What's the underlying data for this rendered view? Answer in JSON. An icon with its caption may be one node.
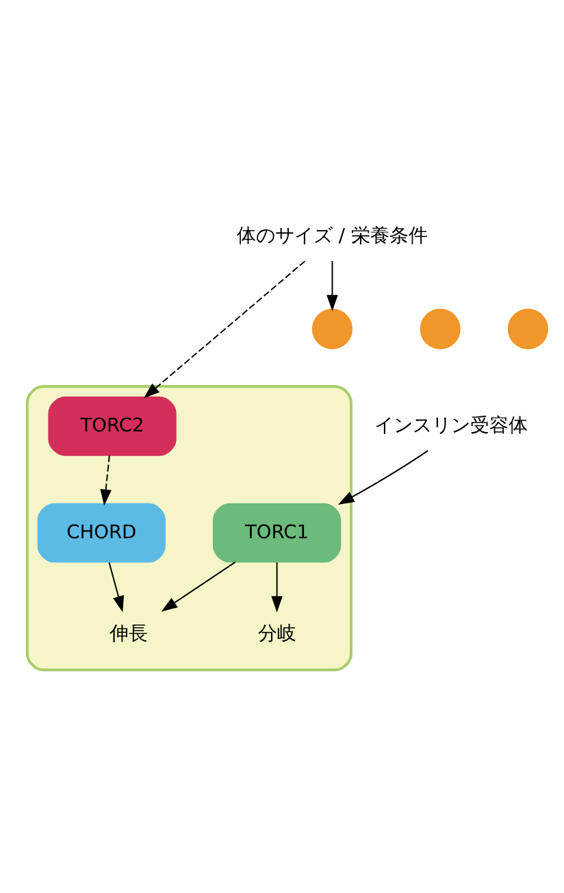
{
  "diagram": {
    "nodes": [
      {
        "text": [
          "体のサイズ / 栄養条件"
        ]
      },
      {
        "text": [],
        "shape": "box"
      },
      {
        "text": [],
        "shape": "circle"
      },
      {
        "text": [],
        "shape": "circle"
      },
      {
        "text": [],
        "shape": "circle"
      },
      {
        "text": [
          "インスリン受容体"
        ]
      },
      {
        "text": [
          "TORC2"
        ],
        "in": 1
      },
      {
        "text": [
          "TORC1"
        ],
        "in": 1
      },
      {
        "text": [
          "CHORD"
        ],
        "in": 1
      },
      {
        "text": [
          "分岐"
        ],
        "in": 1
      },
      {
        "text": [
          "伸長"
        ],
        "in": 1
      }
    ],
    "edges": [
      {
        "from": 0,
        "to": 2,
        "arrow": "to"
      },
      {
        "from": 0,
        "to": 6,
        "arrow": "to",
        "style": "dashed"
      },
      {
        "from": 5,
        "to": 7,
        "arrow": "to"
      },
      {
        "from": 6,
        "to": 8,
        "arrow": "to",
        "style": "dashed"
      },
      {
        "from": 7,
        "to": 9,
        "arrow": "to"
      },
      {
        "from": 7,
        "to": 10,
        "arrow": "to"
      },
      {
        "from": 8,
        "to": 10,
        "arrow": "to"
      }
    ]
  }
}
